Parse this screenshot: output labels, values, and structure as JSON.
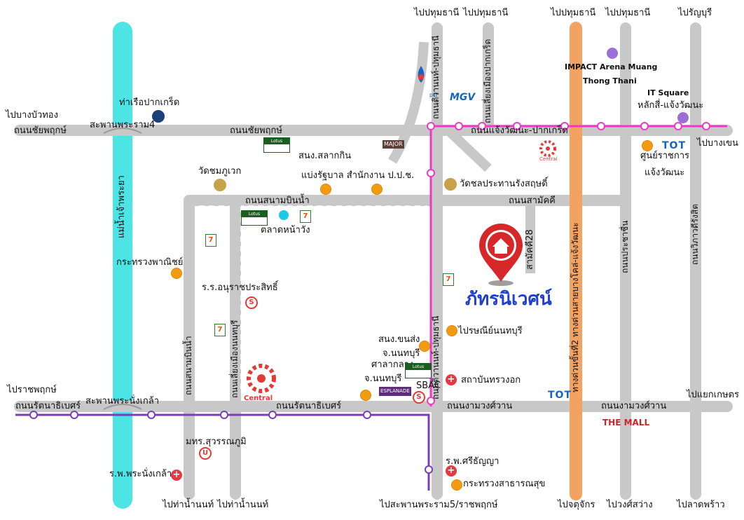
{
  "labels": {
    "to_pathum_1": "ไปปทุมธานี",
    "to_pathum_2": "ไปปทุมธานี",
    "to_pathum_3": "ไปปทุมธานี",
    "to_pathum_4": "ไปปทุมธานี",
    "to_rangsit": "ไปรัญบุรี",
    "impact": "IMPACT  Arena Muang",
    "impact_2": "Thong Thani",
    "it_square": "IT Square",
    "it_square_2": "หลักสี่-แจ้งวัฒนะ",
    "to_bangbuathong": "ไปบางบัวทอง",
    "pier": "ท่าเรือปากเกร็ด",
    "bridge4": "สะพานพระราม4",
    "chaiyaphruek_1": "ถนนชัยพฤกษ์",
    "chaiyaphruek_2": "ถนนชัยพฤกษ์",
    "chaengwattana": "ถนนแจ้งวัฒนะ-ปากเกร็ด",
    "to_bangkhen": "ไปบางเขน",
    "govt_center": "ศูนย์ราชการ",
    "govt_center_2": "แจ้งวัฒนะ",
    "solakhan": "สนง.สลากกิน",
    "wat_chomphu": "วัดชมภูเวก",
    "ratchaburana": "แบ่งรัฐบาล สำนักงาน ป.ป.ช.",
    "wat_chonlaprathan": "วัดชลประทานรังสฤษดิ์",
    "sanambinnam_rd": "ถนนสนามบินน้ำ",
    "samakkhi_rd": "ถนนสามัคคี",
    "talat_nawang": "ตลาดหน้าวัง",
    "samakkhi28": "สามัคคี28",
    "commerce_ministry": "กระทรวงพาณิชย์",
    "river": "แม่น้ำเจ้าพระยา",
    "school": "ร.ร.อนุราชประสิทธิ์",
    "project_name": "ภัทรนิเวศน์",
    "transport_office": "สนง.ขนส่ง",
    "nonthaburi_1": "จ.นนทบุรี",
    "city_hall": "ศาลากลาง",
    "post_office": "ไปรษณีย์นนทบุรี",
    "nonthaburi_2": "จ.นนทบุรี",
    "chest_institute": "สถาบันทรวงอก",
    "sbac": "SBAC",
    "to_ratchaphruek": "ไปราชพฤกษ์",
    "rattanathibet_1": "ถนนรัตนาธิเบศร์",
    "bridge_nangklao": "สะพานพระนั่งเกล้า",
    "rattanathibet_2": "ถนนรัตนาธิเบศร์",
    "ngamwongwan_1": "ถนนงามวงศ์วาน",
    "ngamwongwan_2": "ถนนงามวงศ์วาน",
    "to_kaset": "ไปแยกเกษตร",
    "sukhothai_uni": "มทร.สุวรรณภูมิ",
    "srithanya": "ร.พ.ศรีธัญญา",
    "health_ministry": "กระทรวงสาธารณสุข",
    "nangklao_hosp": "ร.พ.พระนั่งเกล้า",
    "to_thanam_1": "ไปท่าน้ำนนท์",
    "to_thanam_2": "ไปท่าน้ำนนท์",
    "to_rama5": "ไปสะพานพระราม5/ราชพฤกษ์",
    "to_chatuchak": "ไปจตุจักร",
    "to_wongsawang": "ไปวงศ์สว่าง",
    "to_ladprao": "ไปลาดพร้าว",
    "tiwanon_rd": "ถนนติวานนท์-ปทุมธานี",
    "tiwanon_rd_2": "ถนนติวานนท์-ปทุมธานี",
    "pakkret_rd": "ถนนเลี่ยงเมืองปากเกร็ด",
    "sanambinnam_v": "ถนนสนามบินน้ำ",
    "nonthaburi_bypass": "ถนนเลี่ยงเมืองนนทบุรี",
    "expressway": "ทางด่วนขั้นที่2 ทางด่วนสายบางโคล่-แจ้งวัฒนะ",
    "prachachuen": "ถนนประชาชื่น",
    "vibhavadi": "ถนนวิภาวดีรังสิต",
    "central_1": "Central",
    "central_2": "Central",
    "tot_1": "TOT",
    "tot_2": "TOT",
    "the_mall": "THE MALL",
    "lotus_1": "Lotus",
    "lotus_2": "Lotus",
    "lotus_3": "Lotus",
    "esplanade": "ESPLANADE",
    "major": "MAJOR",
    "ptt": "ptt",
    "mgv": "MGV"
  },
  "icons": {
    "house_pin": "house-pin-icon",
    "seven_eleven": "seven-eleven-icon",
    "hospital": "hospital-cross-icon",
    "poi": "orange-dot-icon",
    "station": "rail-station-icon"
  },
  "colors": {
    "road": "#c8c8c8",
    "river": "#4de4e6",
    "expressway": "#f4a261",
    "pink_line": "#f038c8",
    "purple_line": "#7a3db8",
    "project_text": "#1f3fcf",
    "pin": "#d62828"
  }
}
